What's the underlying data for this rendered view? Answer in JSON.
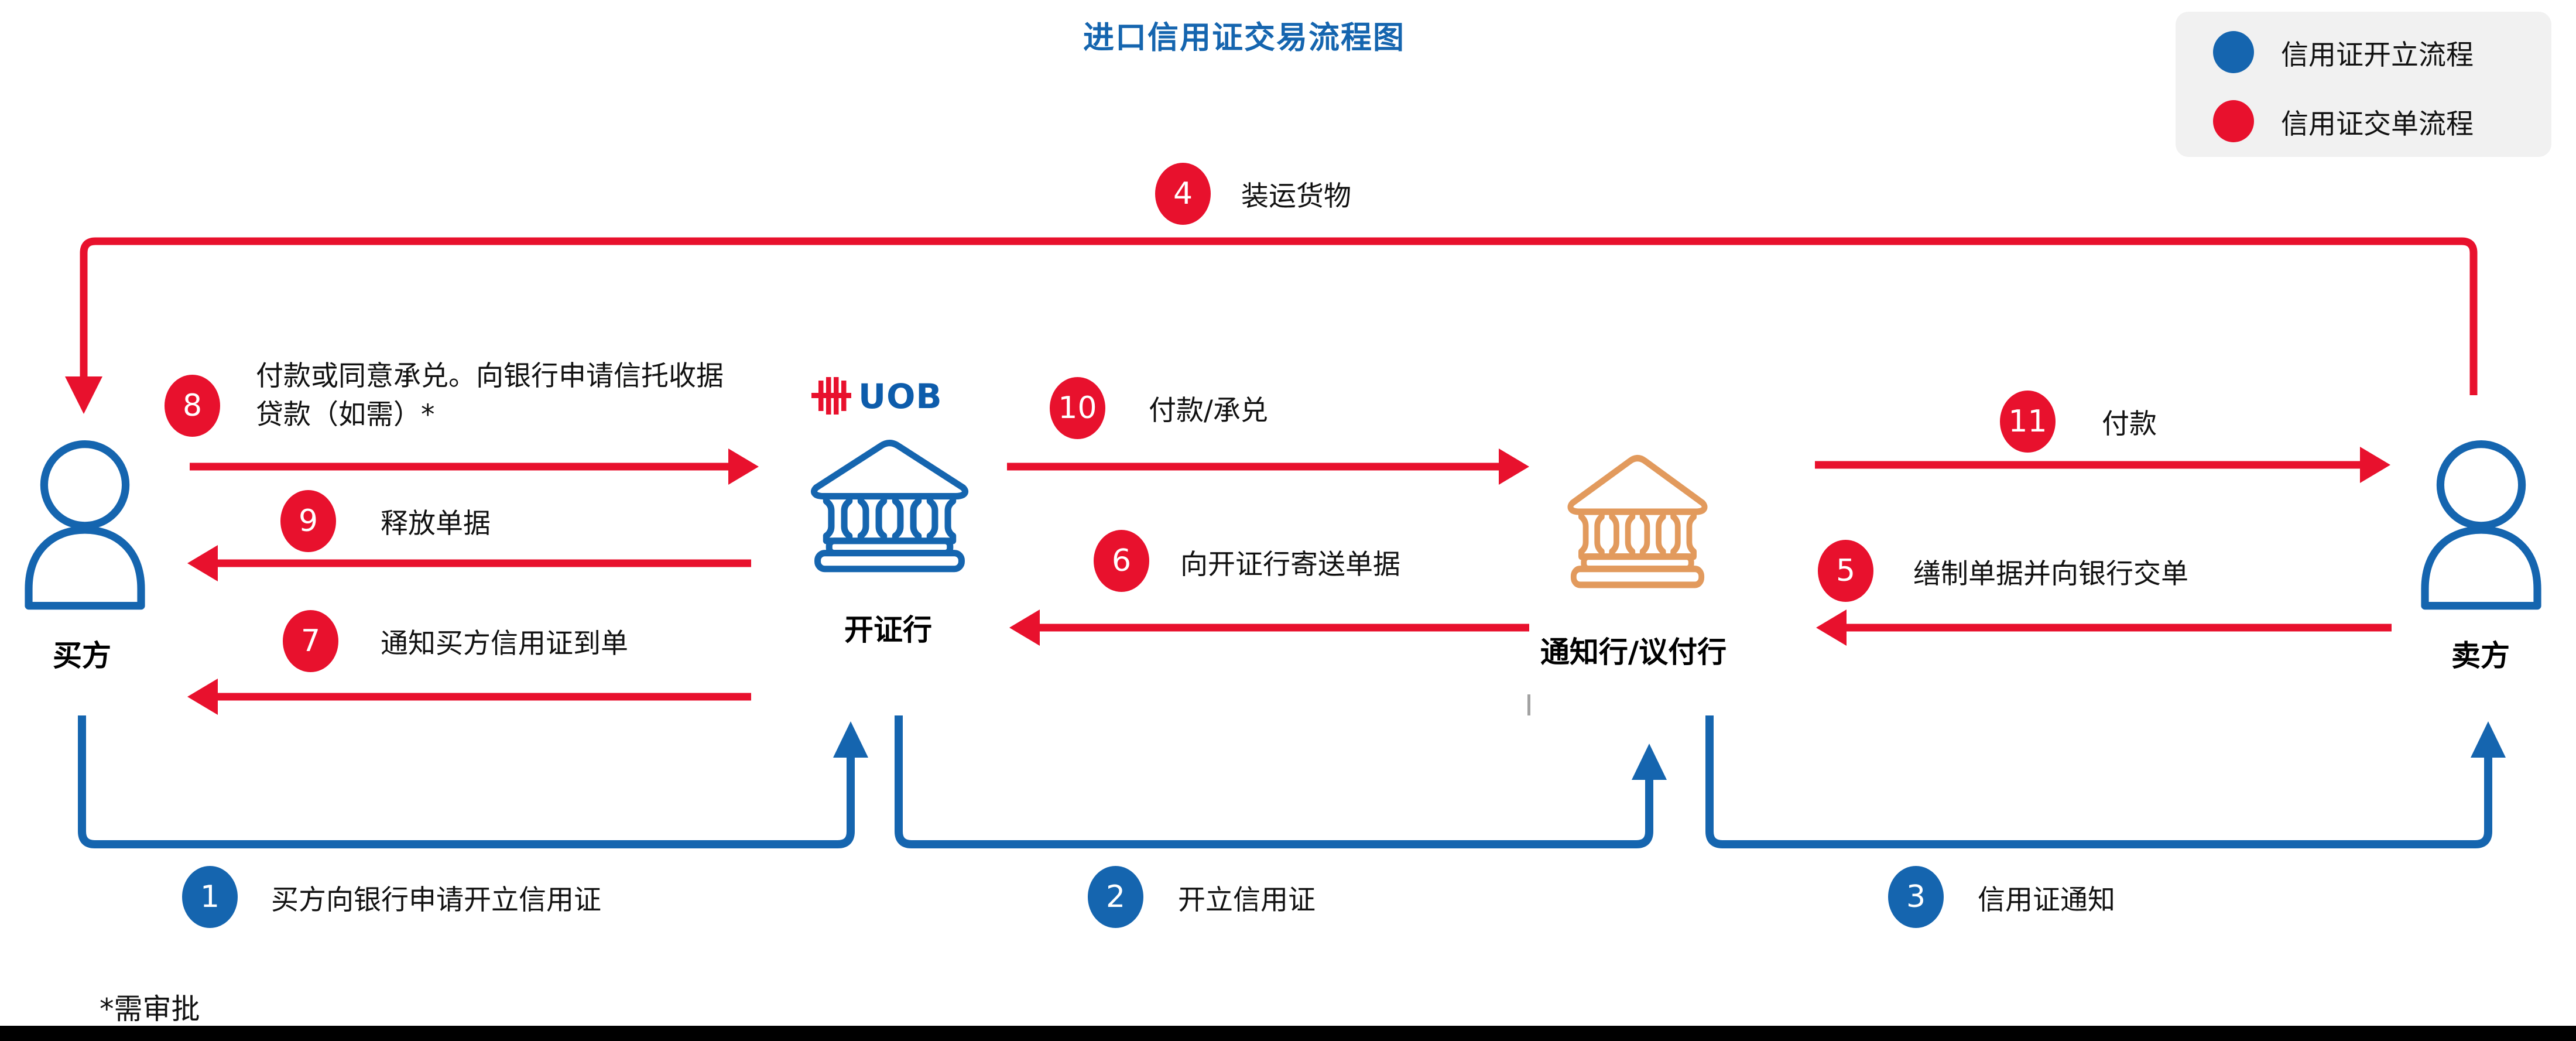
{
  "title": "进口信用证交易流程图",
  "legend": {
    "items": [
      {
        "label": "信用证开立流程",
        "color": "#1565af"
      },
      {
        "label": "信用证交单流程",
        "color": "#e8112d"
      }
    ]
  },
  "entities": {
    "buyer": {
      "label": "买方"
    },
    "issuing_bank": {
      "label": "开证行",
      "logo_text": "UOB"
    },
    "advising_bank": {
      "label": "通知行/议付行"
    },
    "seller": {
      "label": "卖方"
    }
  },
  "steps": {
    "s1": {
      "num": "1",
      "label": "买方向银行申请开立信用证",
      "flow_color": "#1565af"
    },
    "s2": {
      "num": "2",
      "label": "开立信用证",
      "flow_color": "#1565af"
    },
    "s3": {
      "num": "3",
      "label": "信用证通知",
      "flow_color": "#1565af"
    },
    "s4": {
      "num": "4",
      "label": "装运货物",
      "flow_color": "#e8112d"
    },
    "s5": {
      "num": "5",
      "label": "缮制单据并向银行交单",
      "flow_color": "#e8112d"
    },
    "s6": {
      "num": "6",
      "label": "向开证行寄送单据",
      "flow_color": "#e8112d"
    },
    "s7": {
      "num": "7",
      "label": "通知买方信用证到单",
      "flow_color": "#e8112d"
    },
    "s8": {
      "num": "8",
      "label_line1": "付款或同意承兑。向银行申请信托收据",
      "label_line2": "贷款（如需）*",
      "flow_color": "#e8112d"
    },
    "s9": {
      "num": "9",
      "label": "释放单据",
      "flow_color": "#e8112d"
    },
    "s10": {
      "num": "10",
      "label": "付款/承兑",
      "flow_color": "#e8112d"
    },
    "s11": {
      "num": "11",
      "label": "付款",
      "flow_color": "#e8112d"
    }
  },
  "footnote": "*需审批",
  "colors": {
    "process_blue": "#1565af",
    "process_red": "#e8112d",
    "bank_orange": "#e29a5d",
    "uob_blue": "#0d5cab",
    "legend_bg": "#f1f1f1",
    "bottom_bar": "#000000"
  }
}
